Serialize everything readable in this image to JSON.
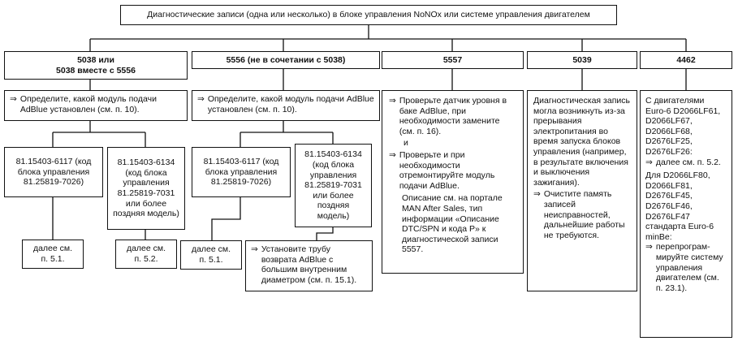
{
  "title": "Диагностические записи (одна или несколько) в блоке управления NoNOx или системе управления двигателем",
  "arrow_glyph": "⇒",
  "branches": [
    {
      "code_line1": "5038 или",
      "code_line2": "5038 вместе с 5556",
      "step": "Определите, какой модуль подачи AdBlue установлен (см. п. 10).",
      "variants": [
        {
          "label": "81.15403-6117 (код блока управления 81.25819-7026)",
          "next": "далее см. п. 5.1."
        },
        {
          "label": "81.15403-6134 (код блока управления 81.25819-7031 или более поздняя модель)",
          "next": "далее см. п. 5.2."
        }
      ]
    },
    {
      "code": "5556 (не в сочетании с 5038)",
      "step": "Определите, какой модуль подачи AdBlue установлен (см. п. 10).",
      "variants": [
        {
          "label": "81.15403-6117 (код блока управления 81.25819-7026)",
          "next": "далее см. п. 5.1."
        },
        {
          "label": "81.15403-6134 (код блока управления 81.25819-7031 или более поздняя модель)",
          "next": "Установите трубу возврата AdBlue с большим внутренним диаметром (см. п. 15.1)."
        }
      ]
    },
    {
      "code": "5557",
      "step1": "Проверьте датчик уровня в баке AdBlue, при необходимости замените (см. п. 16).",
      "and": "и",
      "step2": "Проверьте и при необходимости отремонтируйте модуль подачи AdBlue.",
      "note": "Описание см. на портале MAN After Sales, тип информации «Описание DTC/SPN и кода P» к диагностической записи 5557."
    },
    {
      "code": "5039",
      "text": "Диагностическая запись могла возникнуть из-за прерывания электропитания во время запуска блоков управления (например, в результате включения и выключения зажигания).",
      "step": "Очистите память записей неисправностей, дальнейшие работы не требуются."
    },
    {
      "code": "4462",
      "text1": "С двигателями Euro-6 D2066LF61, D2066LF67, D2066LF68, D2676LF25, D2676LF26:",
      "step1": "далее см. п. 5.2.",
      "text2": "Для D2066LF80, D2066LF81, D2676LF45, D2676LF46, D2676LF47 стандарта Euro-6 minBe:",
      "step2": "перепрограм­мируйте систему управления двигателем (см. п. 23.1)."
    }
  ]
}
